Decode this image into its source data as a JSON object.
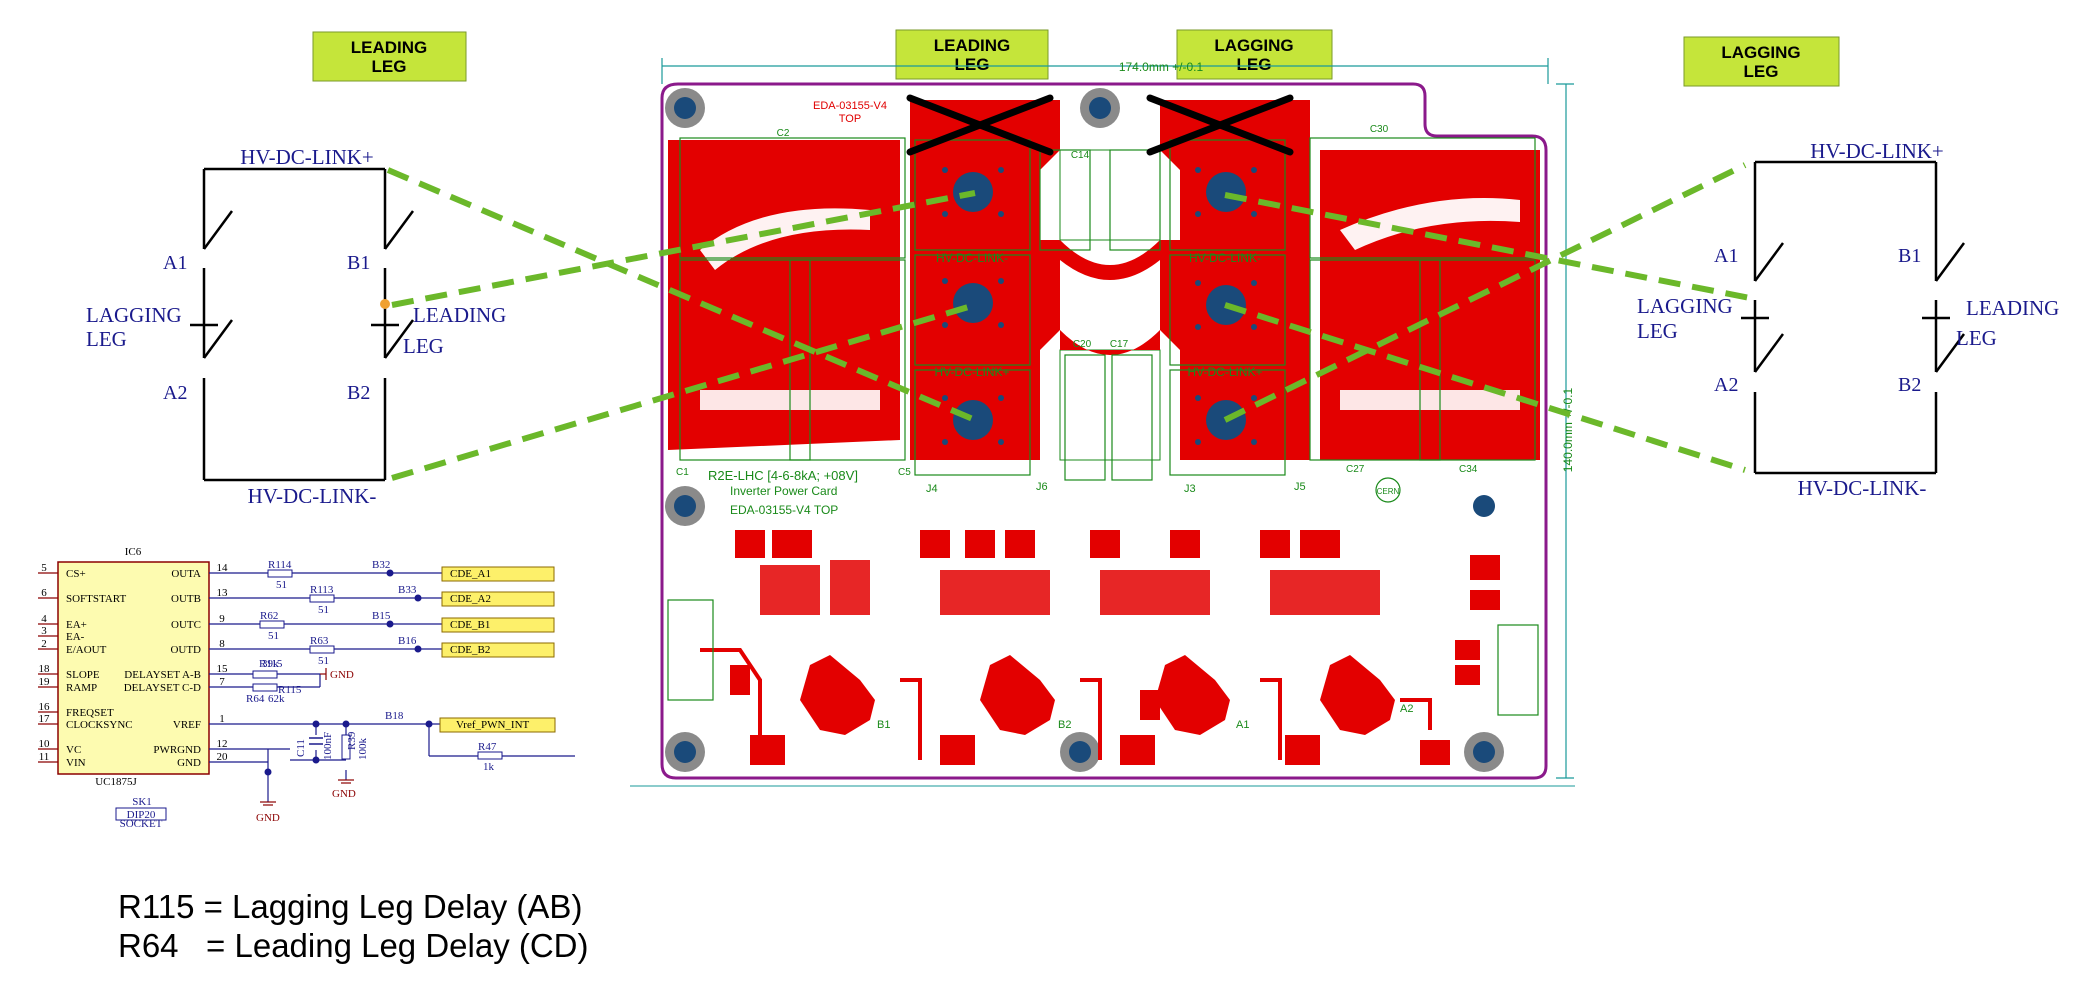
{
  "tags": {
    "left_leading": [
      "LEADING",
      "LEG"
    ],
    "pcb_leading": [
      "LEADING",
      "LEG"
    ],
    "pcb_lagging": [
      "LAGGING",
      "LEG"
    ],
    "right_lagging": [
      "LAGGING",
      "LEG"
    ]
  },
  "left_bridge": {
    "top": "HV-DC-LINK+",
    "bottom": "HV-DC-LINK-",
    "a1": "A1",
    "a2": "A2",
    "b1": "B1",
    "b2": "B2",
    "left_leg": [
      "LAGGING",
      "LEG"
    ],
    "right_leg": [
      "LEADING",
      "LEG"
    ]
  },
  "right_bridge": {
    "top": "HV-DC-LINK+",
    "bottom": "HV-DC-LINK-",
    "a1": "A1",
    "a2": "A2",
    "b1": "B1",
    "b2": "B2",
    "left_leg": [
      "LAGGING",
      "LEG"
    ],
    "right_leg": [
      "LEADING",
      "LEG"
    ]
  },
  "pcb": {
    "dim_width": "174.0mm +/-0.1",
    "dim_height": "140.0mm +/-0.1",
    "top_label": [
      "EDA-03155-V4",
      "TOP"
    ],
    "hv_minus_1": "HV-DC-LINK-",
    "hv_minus_2": "HV-DC-LINK-",
    "hv_plus_1": "HV-DC-LINK+",
    "hv_plus_2": "HV-DC-LINK+",
    "card_title": "R2E-LHC [4-6-8kA; +08V]",
    "card_sub": "Inverter Power Card",
    "card_code": "EDA-03155-V4   TOP",
    "connectors": [
      "J4",
      "J6",
      "J3",
      "J5"
    ],
    "caps_top": [
      "C2",
      "C14",
      "C30"
    ],
    "caps_mid": [
      "C20",
      "C17"
    ],
    "caps_bottom": [
      "C1",
      "C5",
      "C27",
      "C34"
    ],
    "transformers": [
      "B1",
      "B2",
      "A1",
      "A2"
    ],
    "logo_text": "CERN"
  },
  "ic": {
    "name": "IC6",
    "part": "UC1875J",
    "socket_ref": "SK1",
    "socket": "DIP20",
    "socket_sub": "SOCKET",
    "left_pins": [
      {
        "num": "5",
        "name": "CS+"
      },
      {
        "num": "6",
        "name": "SOFTSTART"
      },
      {
        "num": "4",
        "name": "EA+"
      },
      {
        "num": "3",
        "name": "EA-"
      },
      {
        "num": "2",
        "name": "E/AOUT"
      },
      {
        "num": "18",
        "name": "SLOPE"
      },
      {
        "num": "19",
        "name": "RAMP"
      },
      {
        "num": "16",
        "name": "FREQSET"
      },
      {
        "num": "17",
        "name": "CLOCKSYNC"
      },
      {
        "num": "10",
        "name": "VC"
      },
      {
        "num": "11",
        "name": "VIN"
      }
    ],
    "right_pins": [
      {
        "num": "14",
        "name": "OUTA"
      },
      {
        "num": "13",
        "name": "OUTB"
      },
      {
        "num": "9",
        "name": "OUTC"
      },
      {
        "num": "8",
        "name": "OUTD"
      },
      {
        "num": "15",
        "name": "DELAYSET A-B"
      },
      {
        "num": "7",
        "name": "DELAYSET C-D"
      },
      {
        "num": "1",
        "name": "VREF"
      },
      {
        "num": "12",
        "name": "PWRGND"
      },
      {
        "num": "20",
        "name": "GND"
      }
    ],
    "resistors": [
      {
        "ref": "R114",
        "val": "51",
        "net": "B32",
        "label": "CDE_A1"
      },
      {
        "ref": "R113",
        "val": "51",
        "net": "B33",
        "label": "CDE_A2"
      },
      {
        "ref": "R62",
        "val": "51",
        "net": "B15",
        "label": "CDE_B1"
      },
      {
        "ref": "R63",
        "val": "51",
        "net": "B16",
        "label": "CDE_B2"
      }
    ],
    "delay": {
      "r115": "R115",
      "r115_val": "39k",
      "r64": "R64",
      "r64_val": "62k",
      "gnd": "GND"
    },
    "vref": {
      "net": "B18",
      "label": "Vref_PWN_INT",
      "r47": "R47",
      "r47_val": "1k"
    },
    "c11": "C11",
    "c11_val": "100nF",
    "r39": "R39",
    "r39_val": "100k",
    "gnd1": "GND",
    "gnd2": "GND"
  },
  "notes": [
    "R115 = Lagging Leg Delay (AB)",
    "R64   = Leading Leg Delay (CD)"
  ],
  "colors": {
    "tag_fill": "#c5e53a",
    "pcb_red": "#e30000",
    "pcb_outline": "#8b1a8b",
    "dash_green": "#6bb82a",
    "schem_blue": "#1a1a8c"
  }
}
